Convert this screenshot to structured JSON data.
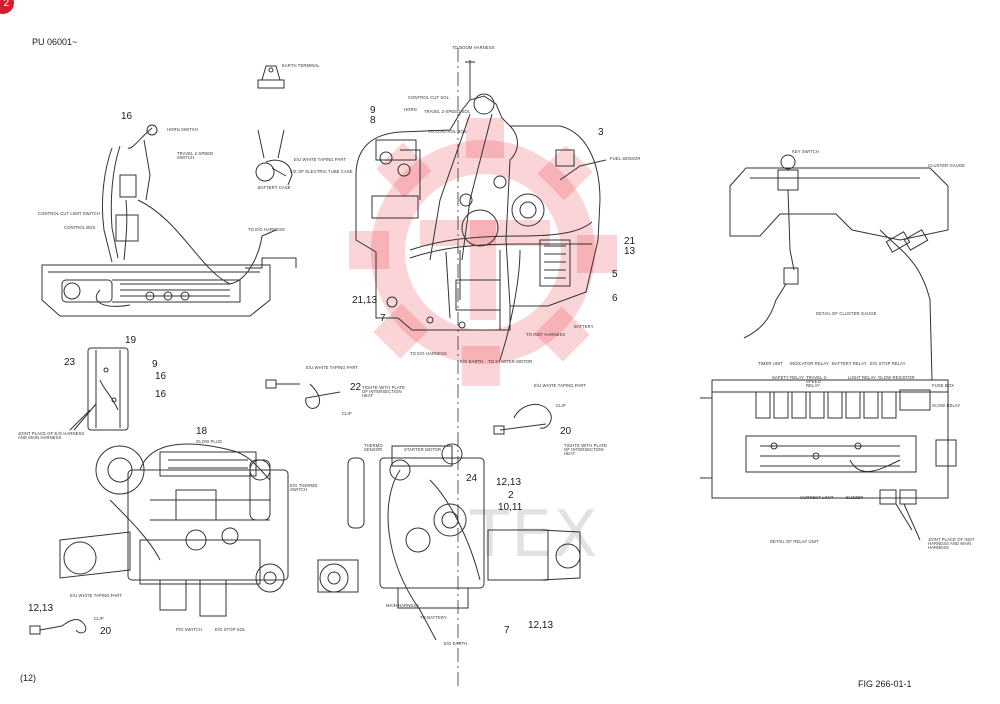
{
  "page": {
    "badge": "2",
    "serial": "PU 06001~",
    "page_no": "(12)",
    "figure": "FIG 266-01-1",
    "watermark_text": "TEX"
  },
  "left_upper": {
    "callouts": [
      "16"
    ],
    "labels": {
      "horn": "HORN SWITCH",
      "travel": "TRAVEL 2-SPEED SWITCH",
      "ctrl_limit": "CONTROL CUT LIMIT SWITCH",
      "ctrl_box": "CONTROL BOX",
      "to_eg": "TO E/G HARNESS"
    }
  },
  "top_small": {
    "earth": "EARTH TERMINAL",
    "taping": "E/U WHITE TAPING PART",
    "battery_case": "BATTERY CASE",
    "fix": "FIX OF ELECTRIC TUBE CASE"
  },
  "center": {
    "callouts": [
      "9",
      "8",
      "3",
      "21",
      "13",
      "5",
      "6",
      "21,13",
      "7"
    ],
    "labels": {
      "to_boom": "TO BOOM HARNESS",
      "ctrl_cut": "CONTROL CUT SOL",
      "horn": "HORN",
      "travel": "TRAVEL 2-SPEED SOL",
      "to_ctrl_box": "TO CONTROL BOX",
      "fuel": "FUEL SENSOR",
      "battery": "BATTERY",
      "to_inst": "TO INST HARNESS",
      "to_eg": "TO E/G HARNESS",
      "eg_earth": "E/G EARTH",
      "to_starter": "TO STARTER MOTOR"
    }
  },
  "clip_mid": {
    "callouts": [
      "22"
    ],
    "taping": "E/U WHITE TAPING PART",
    "tight": "TIGHTE WITH PLATE OF INTERSECTION HEAT",
    "clip": "CLIP"
  },
  "clip_right": {
    "callouts": [
      "20"
    ],
    "taping": "E/U WHITE TAPING PART",
    "tight": "TIGHTE WITH PLATE OF INTERSECTION HEAT",
    "clip": "CLIP"
  },
  "left_tube": {
    "callouts": [
      "19",
      "23",
      "9",
      "16",
      "16"
    ],
    "joint": "JOINT PLACE OF E/G HARNESS AND MAIN HARNESS"
  },
  "engine_left": {
    "callouts": [
      "18",
      "12,13",
      "20"
    ],
    "labels": {
      "glow": "GLOW PLUG",
      "thermo": "E/G THERMO SWITCH",
      "pto": "P/O SWITCH",
      "stop": "E/G STOP SOL",
      "taping": "E/U WHITE TAPING PART",
      "clip": "CLIP"
    }
  },
  "engine_right": {
    "callouts": [
      "24",
      "12,13",
      "2",
      "10,11",
      "12,13",
      "7"
    ],
    "labels": {
      "thermo": "THERMO SENSOR",
      "starter": "STARTER MOTOR",
      "main": "MAIN HARNESS",
      "to_battery": "TO BATTERY",
      "eg_earth": "E/G EARTH"
    }
  },
  "cluster": {
    "key": "KEY SWITCH",
    "gauge": "CLUSTER GAUGE",
    "detail": "DETAIL OF CLUSTER GAUGE"
  },
  "relay": {
    "top": [
      "TIMER UNIT",
      "INDICATOR RELAY",
      "BATTERY RELAY",
      "E/G STOP RELAY"
    ],
    "mid": [
      "SAFETY RELAY",
      "TRAVEL 2-SPEED RELAY",
      "LIGHT RELAY",
      "GLOW RESISTOR"
    ],
    "fuse": "FUSE BOX",
    "glow_relay": "GLOW RELAY",
    "current": "CURRENT LIMIT",
    "buzzer": "BUZZER",
    "detail": "DETAIL OF RELAY UNIT",
    "joint": "JOINT PLACE OF INST HARNESS AND MAIN HARNESS"
  }
}
